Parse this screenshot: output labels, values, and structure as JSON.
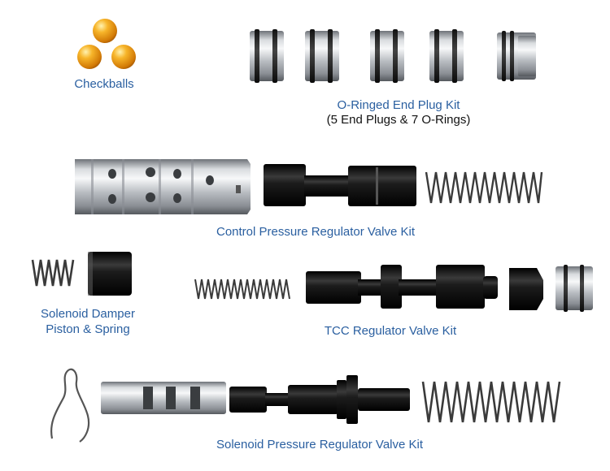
{
  "colors": {
    "label_blue": "#2a5fa0",
    "silver": "#bfc3c8",
    "black_part": "#141414",
    "ball_orange": "#f0a21a"
  },
  "labels": {
    "checkballs": "Checkballs",
    "oring_kit_title": "O-Ringed End Plug Kit",
    "oring_kit_subtitle": "(5 End Plugs & 7 O-Rings)",
    "control_pressure_kit": "Control Pressure Regulator Valve Kit",
    "damper_line1": "Solenoid Damper",
    "damper_line2": "Piston & Spring",
    "tcc_kit": "TCC Regulator Valve Kit",
    "solenoid_pressure_kit": "Solenoid Pressure Regulator Valve Kit"
  },
  "parts": [
    {
      "name": "checkball",
      "count": 3,
      "color": "orange"
    },
    {
      "name": "end-plug",
      "count": 5,
      "color": "silver"
    },
    {
      "name": "control-pressure-valve-sleeve",
      "color": "silver"
    },
    {
      "name": "control-pressure-valve",
      "color": "black"
    },
    {
      "name": "control-pressure-spring",
      "color": "gray"
    },
    {
      "name": "damper-spring",
      "color": "gray"
    },
    {
      "name": "damper-piston",
      "color": "black"
    },
    {
      "name": "tcc-spring",
      "color": "gray"
    },
    {
      "name": "tcc-valve",
      "color": "black"
    },
    {
      "name": "tcc-plug-black",
      "color": "black"
    },
    {
      "name": "tcc-plug-silver",
      "color": "silver"
    },
    {
      "name": "retaining-clip",
      "color": "gray"
    },
    {
      "name": "solenoid-sleeve",
      "color": "silver"
    },
    {
      "name": "solenoid-valve",
      "color": "black"
    },
    {
      "name": "solenoid-spring",
      "color": "gray"
    }
  ]
}
